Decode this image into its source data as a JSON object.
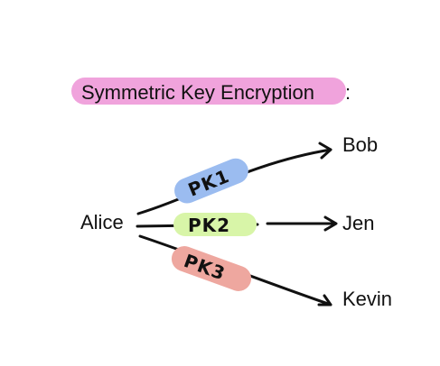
{
  "title": {
    "text": "Symmetric Key Encryption",
    "suffix": ":",
    "highlight_color": "#f0a3dc"
  },
  "sender": "Alice",
  "recipients": [
    {
      "name": "Bob",
      "key": "PK1",
      "key_color": "#9bbcf0"
    },
    {
      "name": "Jen",
      "key": "PK2",
      "key_color": "#d8f5a8"
    },
    {
      "name": "Kevin",
      "key": "PK3",
      "key_color": "#eea79f"
    }
  ]
}
